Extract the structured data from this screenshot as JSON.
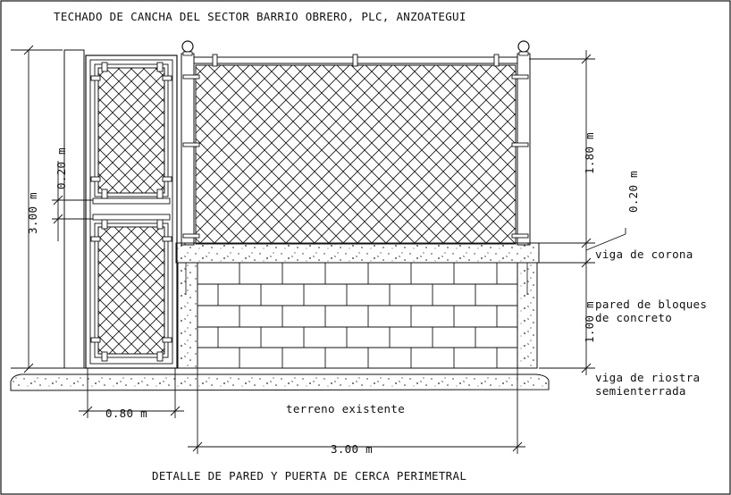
{
  "title": "TECHADO DE CANCHA DEL SECTOR BARRIO OBRERO, PLC, ANZOATEGUI",
  "caption": "DETALLE DE PARED Y PUERTA DE CERCA PERIMETRAL",
  "dimensions": {
    "total_height": "3.00  m",
    "door_gap": "0.20  m",
    "door_width": "0.80  m",
    "panel_width": "3.00  m",
    "fence_height": "1.80  m",
    "beam_height": "0.20  m",
    "wall_height": "1.00  m"
  },
  "labels": {
    "crown_beam": "viga de corona",
    "wall_line1": "pared de bloques",
    "wall_line2": "de concreto",
    "tie_beam_line1": "viga de riostra",
    "tie_beam_line2": "semienterrada",
    "ground": "terreno existente"
  },
  "colors": {
    "line": "#111111",
    "background": "#ffffff"
  }
}
